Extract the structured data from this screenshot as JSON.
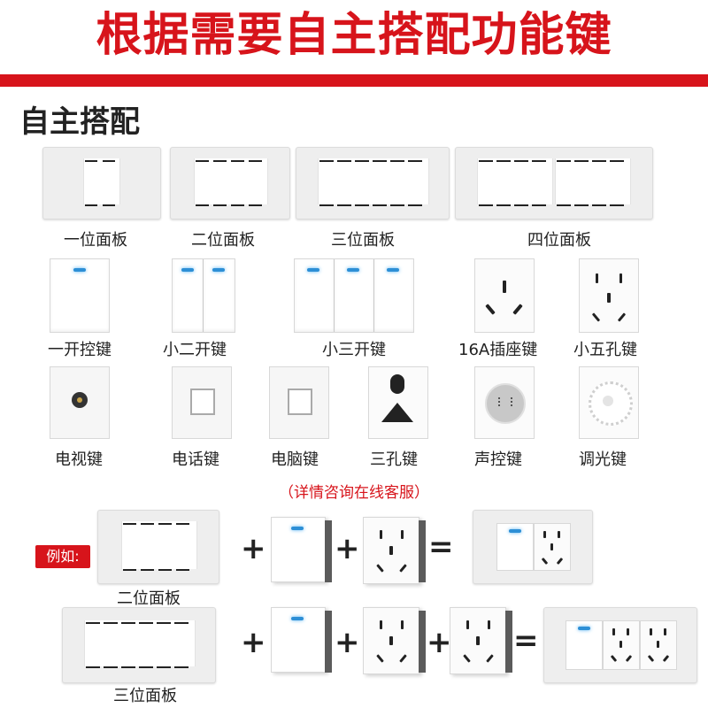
{
  "banner": {
    "title": "根据需要自主搭配功能键"
  },
  "section_title": "自主搭配",
  "panels": {
    "one": "一位面板",
    "two": "二位面板",
    "three": "三位面板",
    "four": "四位面板"
  },
  "keys": {
    "one_switch": "一开控键",
    "two_switch": "小二开键",
    "three_switch": "小三开键",
    "socket_16a": "16A插座键",
    "five_hole": "小五孔键",
    "tv": "电视键",
    "phone": "电话键",
    "computer": "电脑键",
    "three_hole": "三孔键",
    "sound": "声控键",
    "dimmer": "调光键"
  },
  "note": "（详情咨询在线客服）",
  "example": {
    "tag": "例如:",
    "row1_panel": "二位面板",
    "row2_panel": "三位面板",
    "plus": "+",
    "equals": "="
  },
  "colors": {
    "accent": "#d7141b",
    "led": "#2d8fd6"
  }
}
